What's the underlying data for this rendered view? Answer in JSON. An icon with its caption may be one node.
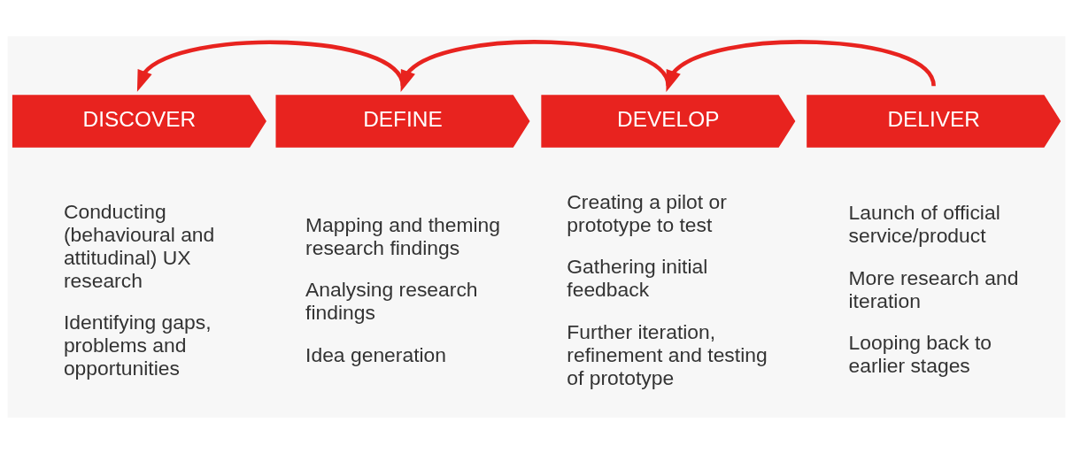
{
  "diagram": {
    "nodes": [
      {
        "text": [
          "DISCOVER"
        ],
        "beside": [
          "Conducting (behavioural and attitudinal) UX research",
          "Identifying gaps, problems and opportunities"
        ]
      },
      {
        "text": [
          "DEFINE"
        ],
        "beside": [
          "Mapping and theming research findings",
          "Analysing research findings",
          "Idea generation"
        ]
      },
      {
        "text": [
          "DEVELOP"
        ],
        "beside": [
          "Creating a pilot or prototype to test",
          "Gathering initial feedback",
          "Further iteration, refinement and testing of prototype"
        ]
      },
      {
        "text": [
          "DELIVER"
        ],
        "beside": [
          "Launch of official service/product",
          "More research and iteration",
          "Looping back to earlier stages"
        ]
      }
    ],
    "edges": [
      {
        "from": 1,
        "to": 0,
        "arrow": "to"
      },
      {
        "from": 2,
        "to": 1,
        "arrow": "to"
      },
      {
        "from": 3,
        "to": 2,
        "arrow": "to"
      }
    ]
  }
}
